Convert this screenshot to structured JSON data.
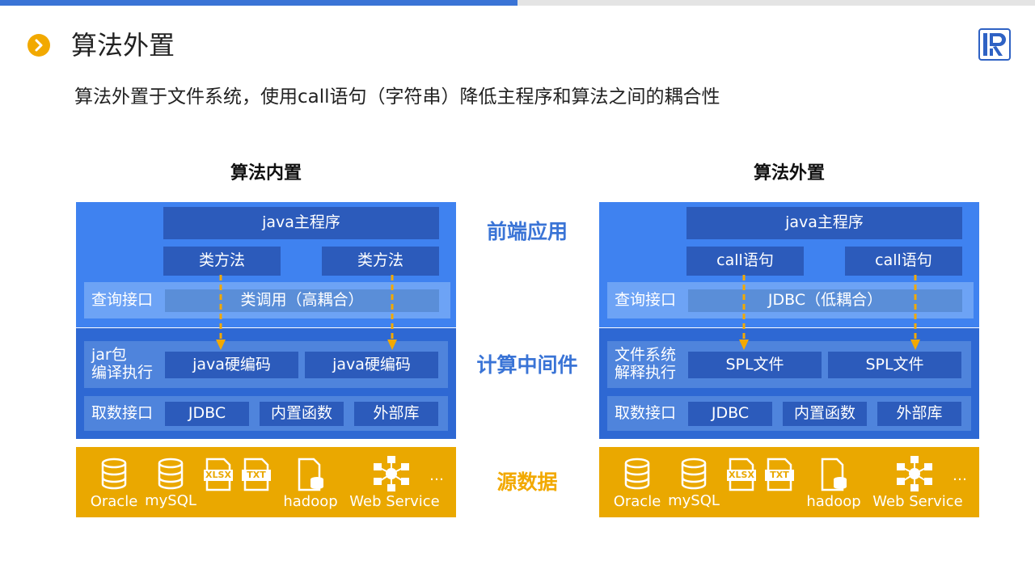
{
  "page": {
    "title": "算法外置",
    "subtitle": "算法外置于文件系统，使用call语句（字符串）降低主程序和算法之间的耦合性"
  },
  "colors": {
    "accent_orange": "#f2a900",
    "front_blue": "#3f82f0",
    "middle_blue": "#2e68d3",
    "source_orange": "#eaa800",
    "arrow_orange": "#f2a900",
    "label_blue": "#3a74d6",
    "label_orange": "#f2a900"
  },
  "layers": {
    "front": "前端应用",
    "middle": "计算中间件",
    "source": "源数据"
  },
  "left_panel": {
    "title": "算法内置",
    "main_program": "java主程序",
    "methods": [
      "类方法",
      "类方法"
    ],
    "query_interface_label": "查询接口",
    "query_interface_value": "类调用（高耦合）",
    "exec_label_line1": "jar包",
    "exec_label_line2": "编译执行",
    "exec_items": [
      "java硬编码",
      "java硬编码"
    ],
    "fetch_label": "取数接口",
    "fetch_items": [
      "JDBC",
      "内置函数",
      "外部库"
    ]
  },
  "right_panel": {
    "title": "算法外置",
    "main_program": "java主程序",
    "methods": [
      "call语句",
      "call语句"
    ],
    "query_interface_label": "查询接口",
    "query_interface_value": "JDBC（低耦合）",
    "exec_label_line1": "文件系统",
    "exec_label_line2": "解释执行",
    "exec_items": [
      "SPL文件",
      "SPL文件"
    ],
    "fetch_label": "取数接口",
    "fetch_items": [
      "JDBC",
      "内置函数",
      "外部库"
    ]
  },
  "sources": {
    "oracle": "Oracle",
    "mysql": "mySQL",
    "xlsx": "XLSX",
    "txt": "TXT",
    "hadoop": "hadoop",
    "web_service": "Web Service",
    "more": "…"
  },
  "icons": {
    "bullet": "chevron-right-icon",
    "logo": "r-logo-icon",
    "database": "database-icon",
    "xlsx": "xlsx-file-icon",
    "txt": "txt-file-icon",
    "hadoop": "hadoop-file-icon",
    "web_service": "network-icon"
  }
}
